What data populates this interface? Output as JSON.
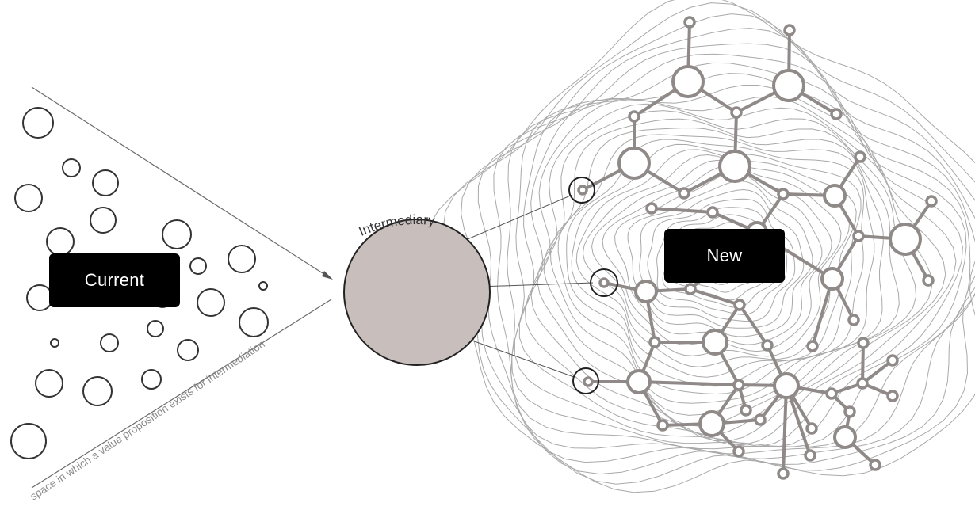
{
  "labels": {
    "current": "Current",
    "new": "New",
    "intermediary": "Intermediary",
    "axis_caption": "space in which a value proposition exists for intermediation"
  },
  "colors": {
    "tag_background": "#000000",
    "tag_text": "#ffffff",
    "intermediary_fill": "#c8bfbd",
    "network": "#8f8987",
    "contours": "#a9a9a9",
    "bubbles": "#333333"
  }
}
